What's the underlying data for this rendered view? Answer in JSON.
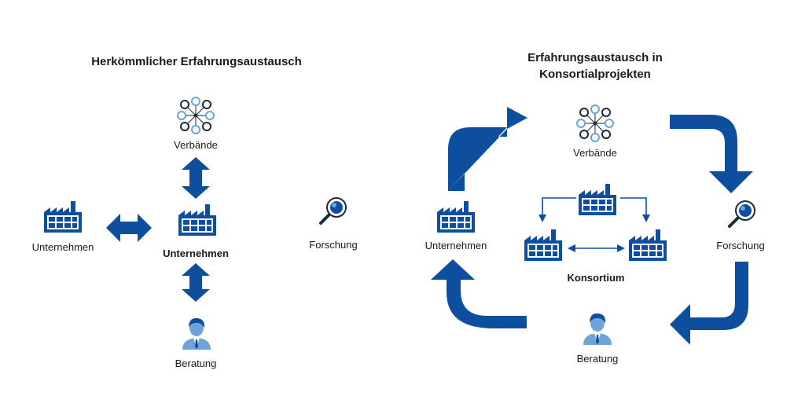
{
  "left": {
    "title": "Herkömmlicher Erfahrungsaustausch",
    "verbaende": "Verbände",
    "unternehmen_side": "Unternehmen",
    "unternehmen_center": "Unternehmen",
    "beratung": "Beratung",
    "forschung": "Forschung"
  },
  "right": {
    "title_line1": "Erfahrungsaustausch in",
    "title_line2": "Konsortialprojekten",
    "verbaende": "Verbände",
    "forschung": "Forschung",
    "unternehmen": "Unternehmen",
    "beratung": "Beratung",
    "konsortium": "Konsortium"
  },
  "colors": {
    "primary": "#0d4f9e",
    "light": "#6fa3d8",
    "text": "#1a1a1a"
  },
  "icons": {
    "network": "network-icon",
    "factory": "factory-icon",
    "person": "consultant-icon",
    "magnifier": "magnifier-icon"
  }
}
